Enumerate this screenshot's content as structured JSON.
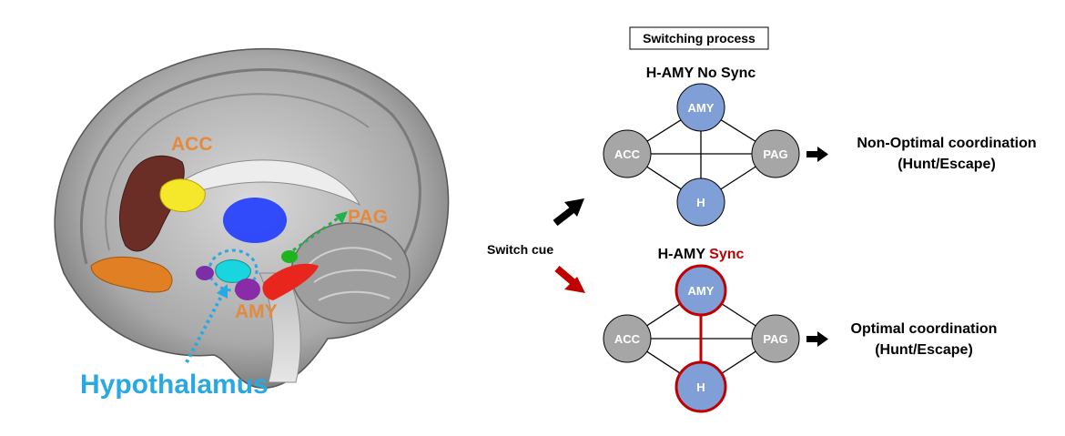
{
  "brain": {
    "acc_label": "ACC",
    "pag_label": "PAG",
    "amy_label": "AMY",
    "hypothalamus_label": "Hypothalamus",
    "colors": {
      "acc": "#e58a3c",
      "pag": "#e58a3c",
      "amy": "#e58a3c",
      "hypothalamus": "#29a9e1"
    }
  },
  "switching_process_title": "Switching process",
  "switch_cue": "Switch cue",
  "networks": {
    "no_sync": {
      "title_prefix": "H-AMY ",
      "title_suffix": "No Sync",
      "outcome_line1": "Non-Optimal coordination",
      "outcome_line2": "(Hunt/Escape)",
      "nodes": {
        "amy": "AMY",
        "acc": "ACC",
        "pag": "PAG",
        "h": "H"
      }
    },
    "sync": {
      "title_prefix": "H-AMY ",
      "title_suffix": "Sync",
      "outcome_line1": "Optimal coordination",
      "outcome_line2": "(Hunt/Escape)",
      "nodes": {
        "amy": "AMY",
        "acc": "ACC",
        "pag": "PAG",
        "h": "H"
      }
    }
  },
  "colors": {
    "blue_node": "#7f9fd6",
    "gray_node": "#a6a6a6",
    "sync_red": "#c00000",
    "arrow_black": "#000000"
  }
}
